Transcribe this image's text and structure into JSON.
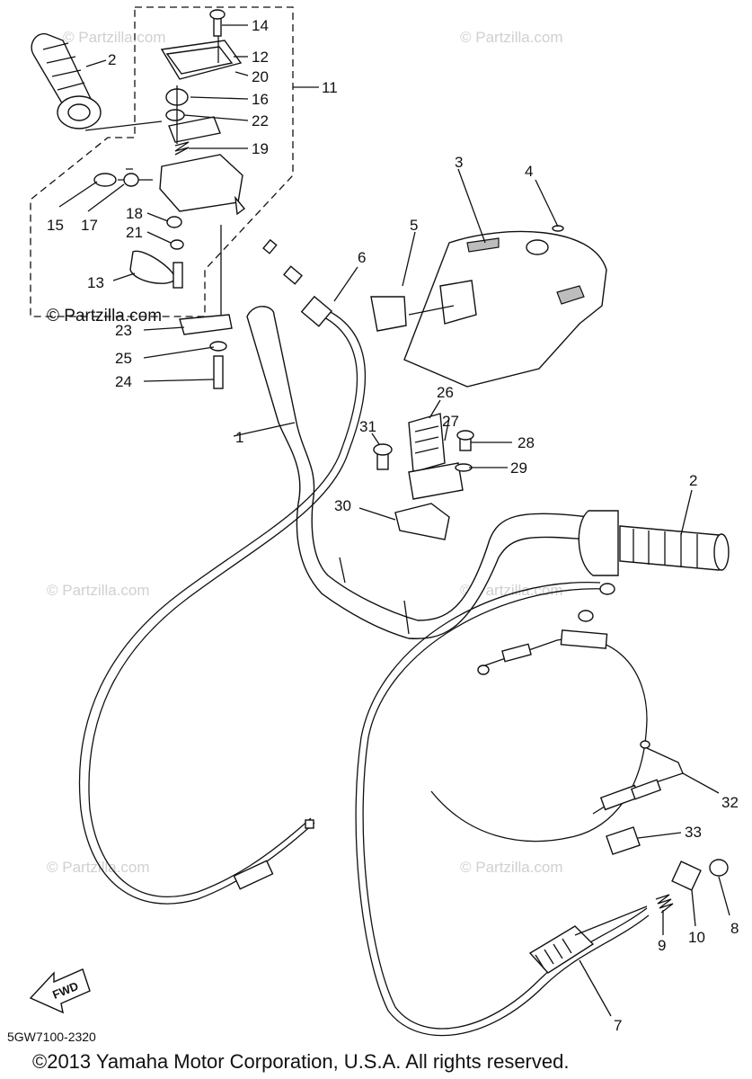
{
  "watermarks": {
    "light": "© Partzilla.com",
    "dark": "© Partzilla.com"
  },
  "callouts": [
    "1",
    "2",
    "2",
    "3",
    "4",
    "5",
    "6",
    "7",
    "8",
    "9",
    "10",
    "11",
    "12",
    "13",
    "14",
    "15",
    "16",
    "17",
    "18",
    "19",
    "20",
    "21",
    "22",
    "23",
    "24",
    "25",
    "26",
    "27",
    "28",
    "29",
    "30",
    "31",
    "32",
    "33"
  ],
  "fwd_label": "FWD",
  "diagram_code": "5GW7100-2320",
  "copyright": "©2013 Yamaha Motor Corporation, U.S.A. All rights reserved."
}
